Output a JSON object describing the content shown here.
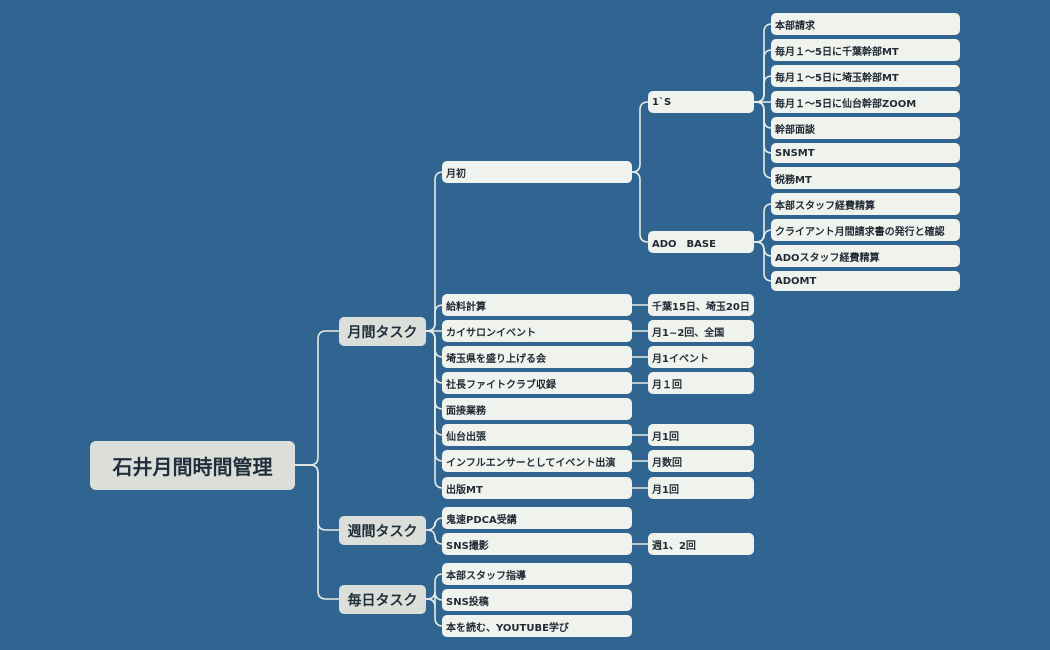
{
  "root": "石井月間時間管理",
  "categories": {
    "monthly": "月間タスク",
    "weekly": "週間タスク",
    "daily": "毎日タスク"
  },
  "monthly": {
    "getsusho": "月初",
    "one_s": "1`S",
    "one_s_items": [
      "本部請求",
      "毎月１～5日に千葉幹部MT",
      "毎月１～5日に埼玉幹部MT",
      "毎月１～5日に仙台幹部ZOOM",
      "幹部面談",
      "SNSMT",
      "税務MT"
    ],
    "ado_base": "ADO　BASE",
    "ado_items": [
      "本部スタッフ経費精算",
      "クライアント月間請求書の発行と確認",
      "ADOスタッフ経費精算",
      "ADOMT"
    ],
    "tasks": [
      {
        "label": "給料計算",
        "detail": "千葉15日、埼玉20日"
      },
      {
        "label": "カイサロンイベント",
        "detail": "月1~2回、全国"
      },
      {
        "label": "埼玉県を盛り上げる会",
        "detail": "月1イベント"
      },
      {
        "label": "社長ファイトクラブ収録",
        "detail": "月１回"
      },
      {
        "label": "面接業務",
        "detail": ""
      },
      {
        "label": "仙台出張",
        "detail": "月1回"
      },
      {
        "label": "インフルエンサーとしてイベント出演",
        "detail": "月数回"
      },
      {
        "label": "出版MT",
        "detail": "月1回"
      }
    ]
  },
  "weekly": {
    "tasks": [
      {
        "label": "鬼速PDCA受講",
        "detail": ""
      },
      {
        "label": "SNS撮影",
        "detail": "週1、2回"
      }
    ]
  },
  "daily": {
    "tasks": [
      "本部スタッフ指導",
      "SNS投稿",
      "本を読む、YOUTUBE学び"
    ]
  },
  "colors": {
    "background": "#2f6590",
    "node": "#f0f2ee",
    "category_node": "#dcdfd9",
    "connector": "#e8ece6",
    "text": "#1f2a33"
  }
}
